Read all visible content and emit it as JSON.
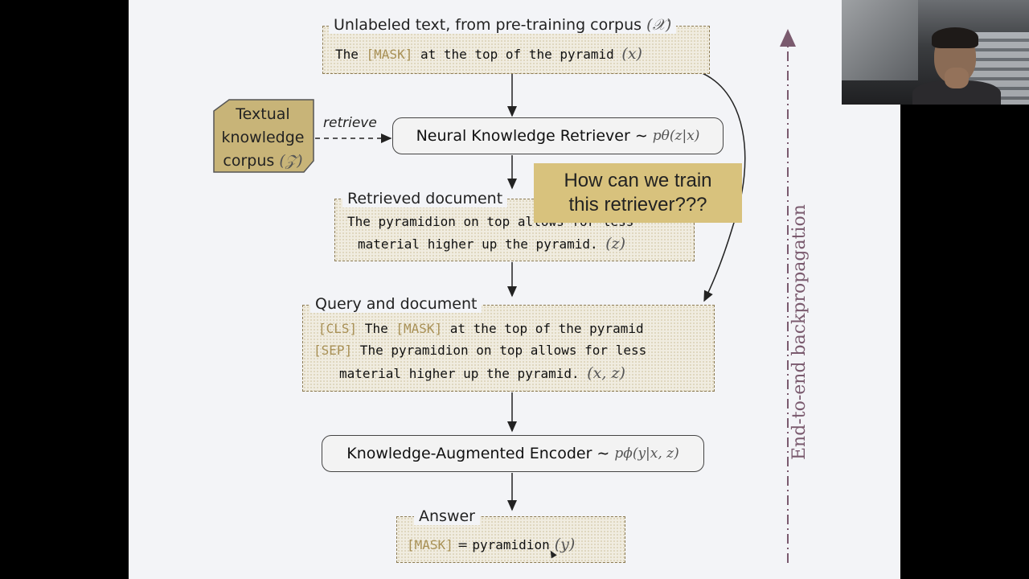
{
  "boxes": {
    "unlabeled": {
      "title": "Unlabeled text, from pre-training corpus",
      "title_var": "(𝒳)",
      "line1_a": "The ",
      "line1_tok": "[MASK]",
      "line1_b": " at the top of the pyramid ",
      "line1_var": "(x)"
    },
    "retrieved": {
      "title": "Retrieved document",
      "line1": "The pyramidion on top allows for less",
      "line2": "material higher up the pyramid. ",
      "line2_var": "(z)"
    },
    "query": {
      "title": "Query and document",
      "l1_tok": "[CLS]",
      "l1_a": " The ",
      "l1_tok2": "[MASK]",
      "l1_b": " at the top of the pyramid",
      "l2_tok": "[SEP]",
      "l2_a": " The pyramidion on top allows for less",
      "l3": "material higher up the pyramid. ",
      "l3_var": "(x, z)"
    },
    "answer": {
      "title": "Answer",
      "tok": "[MASK]",
      "eq": " = ",
      "value": "pyramidion",
      "var": " (y)"
    }
  },
  "modules": {
    "retriever": {
      "label": "Neural Knowledge Retriever ∼",
      "math": "pθ(z|x)"
    },
    "encoder": {
      "label": "Knowledge-Augmented Encoder ∼",
      "math": "pϕ(y|x, z)"
    }
  },
  "corpus": {
    "line1": "Textual",
    "line2": "knowledge",
    "line3": "corpus",
    "var": "(𝒵)"
  },
  "retrieve_label": "retrieve",
  "popup": {
    "line1": "How can we train",
    "line2": "this retriever???"
  },
  "side_label": "End-to-end backpropagation",
  "colors": {
    "token": "#a89055",
    "corpus_fill": "#c8b478",
    "popup_fill": "#d8c27d",
    "backprop": "#7a5a6e"
  }
}
